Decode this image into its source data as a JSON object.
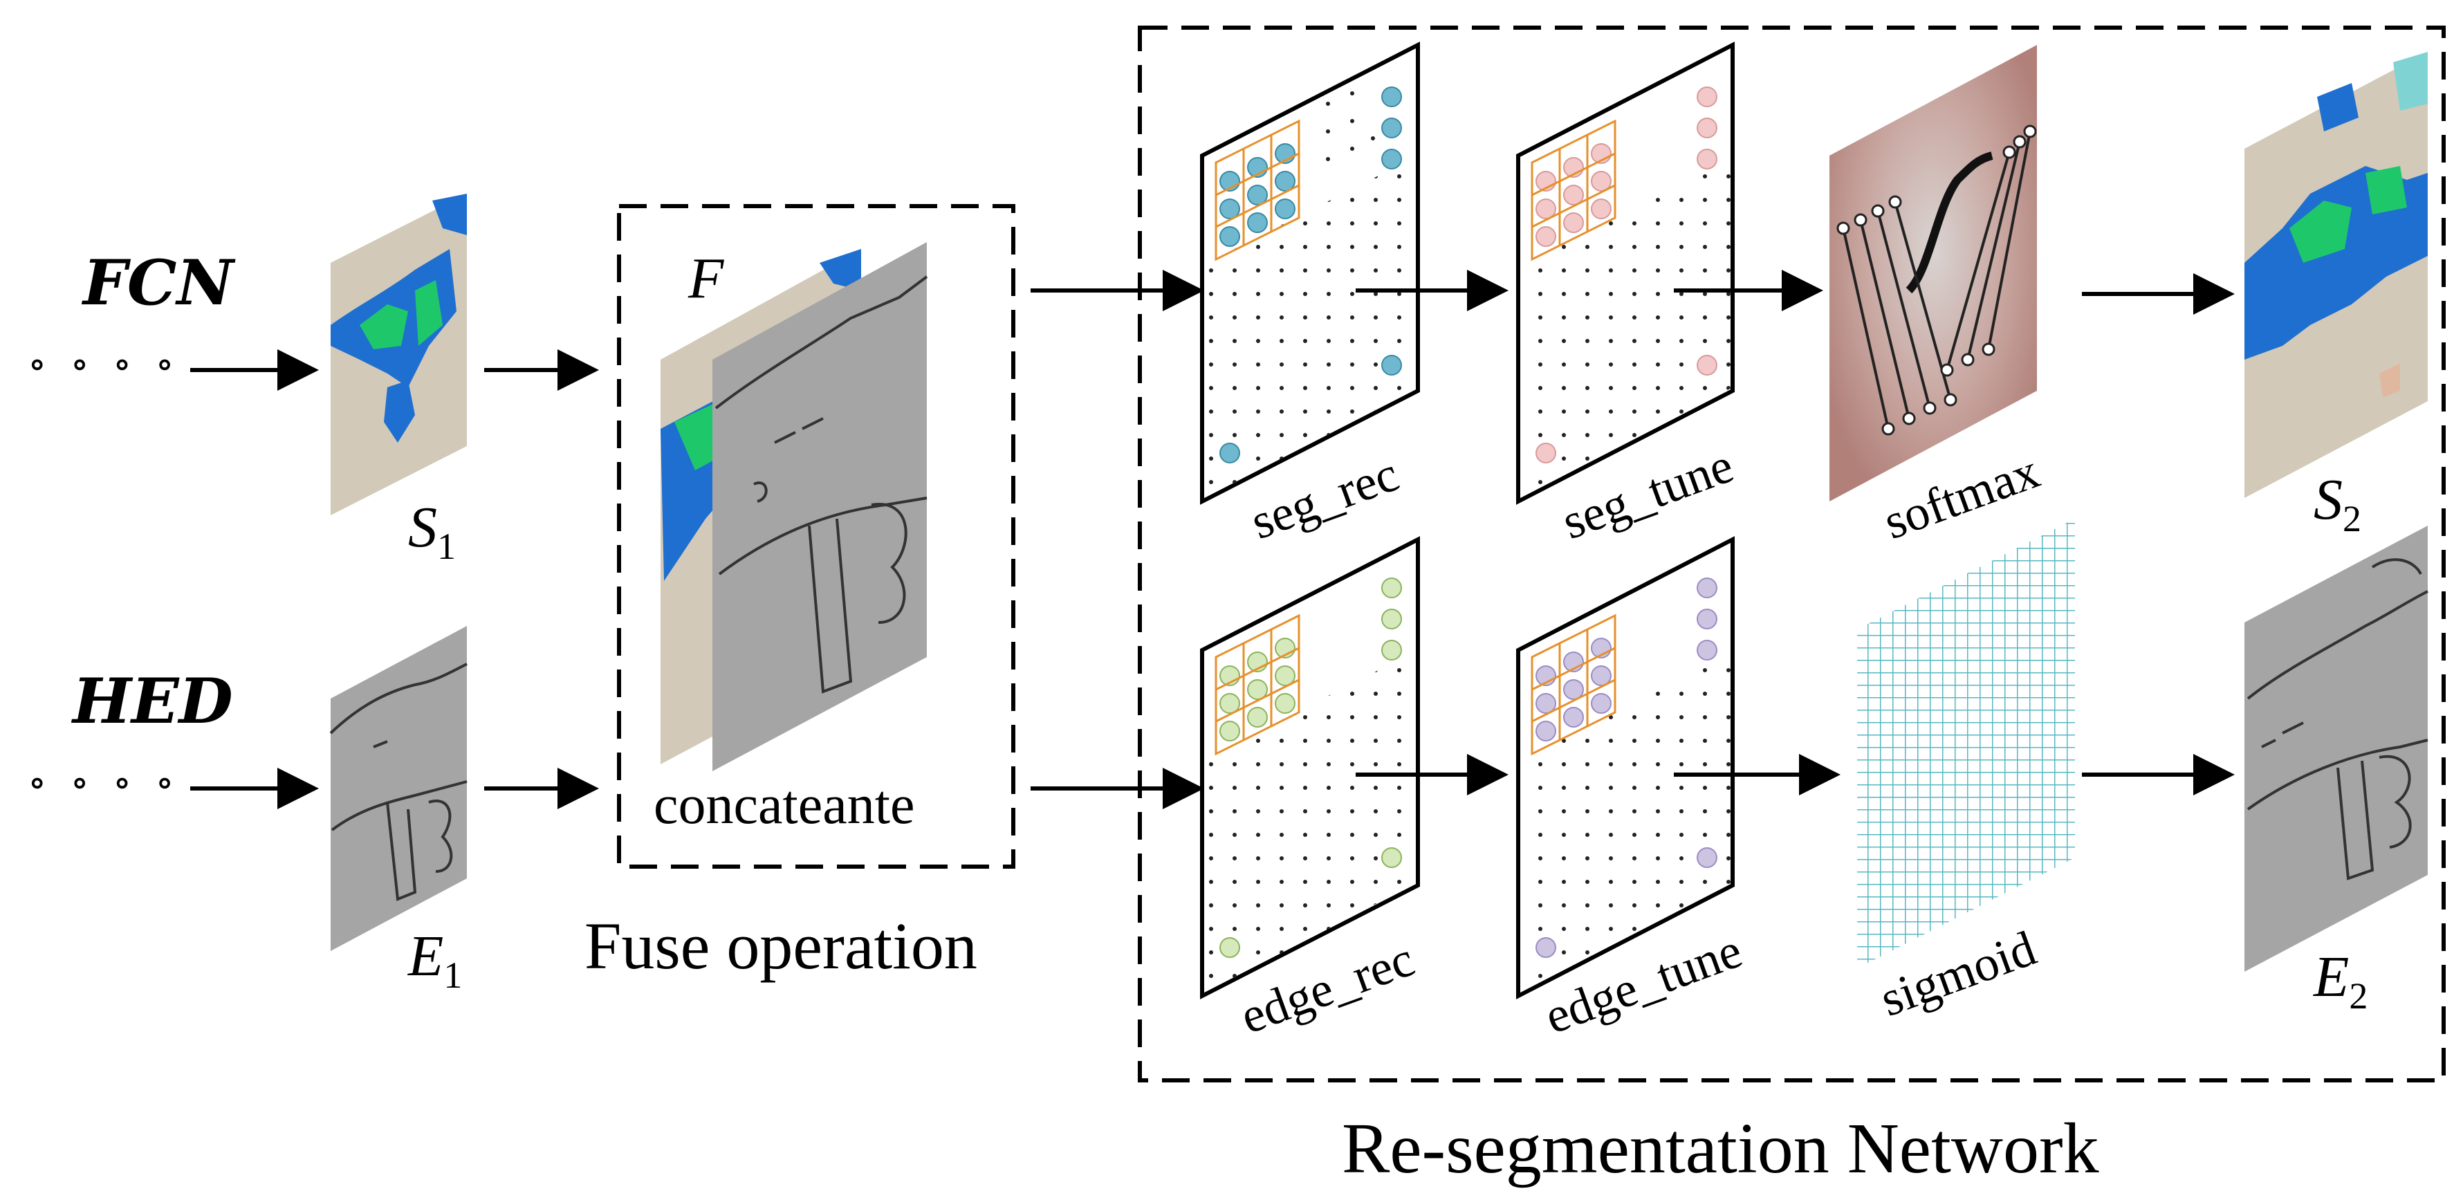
{
  "inputs": {
    "fcn_label": "FCN",
    "hed_label": "HED",
    "s1_main": "S",
    "s1_sub": "1",
    "e1_main": "E",
    "e1_sub": "1",
    "ellipsis": "∘ ∘ ∘ ∘"
  },
  "fuse": {
    "f_label": "F",
    "concat_label": "concateante",
    "caption": "Fuse operation"
  },
  "resegmentation": {
    "caption": "Re-segmentation Network",
    "seg_rec": "seg_rec",
    "seg_tune": "seg_tune",
    "softmax": "softmax",
    "edge_rec": "edge_rec",
    "edge_tune": "edge_tune",
    "sigmoid": "sigmoid",
    "s2_main": "S",
    "s2_sub": "2",
    "e2_main": "E",
    "e2_sub": "2"
  },
  "colors": {
    "seg_rec_dot": "#6fb8d0",
    "seg_tune_dot": "#f2c8c8",
    "edge_rec_dot": "#d6e9bc",
    "edge_tune_dot": "#cdc4e2",
    "kernel_grid": "#e6902c",
    "sigmoid_grid": "#55b7c2",
    "softmax_bg": "#b98f88",
    "map_water": "#1e6fd0",
    "map_veg": "#1ec86a",
    "map_land": "#d2c9b8",
    "edge_bg": "#a5a5a5"
  }
}
